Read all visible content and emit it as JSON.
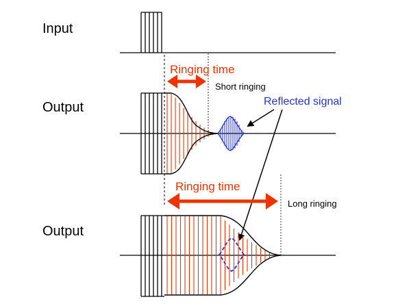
{
  "labels": {
    "input": "Input",
    "output_top": "Output",
    "output_bottom": "Output",
    "ringing_time_short": "Ringing time",
    "ringing_time_long": "Ringing time",
    "short_ringing": "Short ringing",
    "long_ringing": "Long ringing",
    "reflected_signal": "Reflected signal"
  },
  "colors": {
    "ringing": "#ee3300",
    "arrow": "#ee3300",
    "reflected": "#2233dd",
    "reflected_dashed": "#5533cc",
    "baseline": "#000000"
  }
}
